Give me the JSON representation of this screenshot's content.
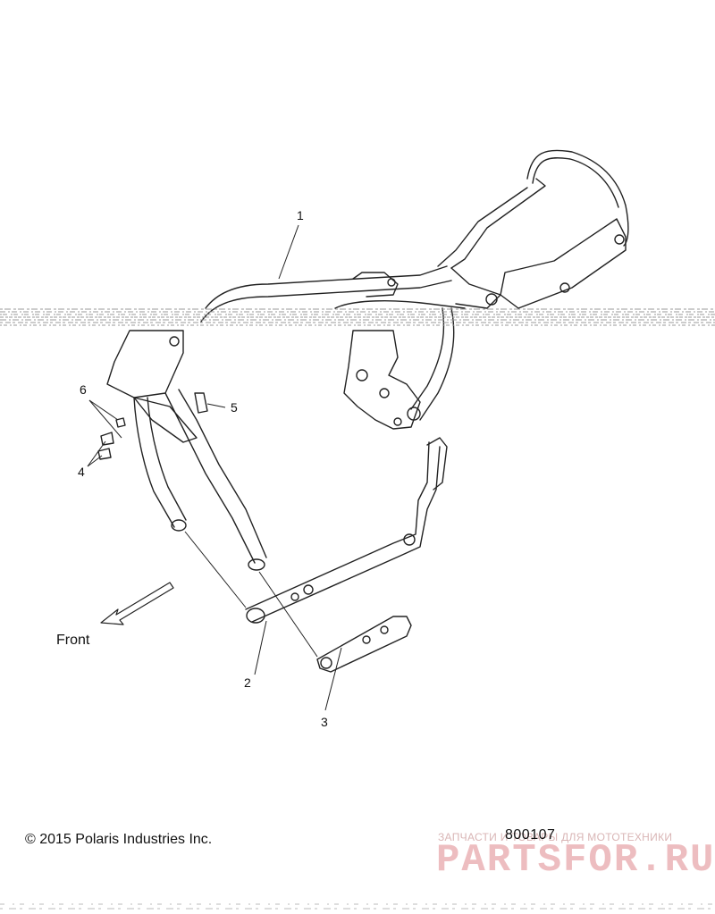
{
  "callouts": [
    "1",
    "2",
    "3",
    "4",
    "5",
    "6"
  ],
  "front_label": "Front",
  "copyright": "© 2015 Polaris Industries Inc.",
  "figure_id": "800107",
  "watermark": {
    "tagline": "ЗАПЧАСТИ И ТОВАРЫ ДЛЯ МОТОТЕХНИКИ",
    "brand": "PARTSFOR.RU",
    "color": "#e7a8ab"
  },
  "colors": {
    "line": "#222222",
    "background": "#ffffff"
  }
}
